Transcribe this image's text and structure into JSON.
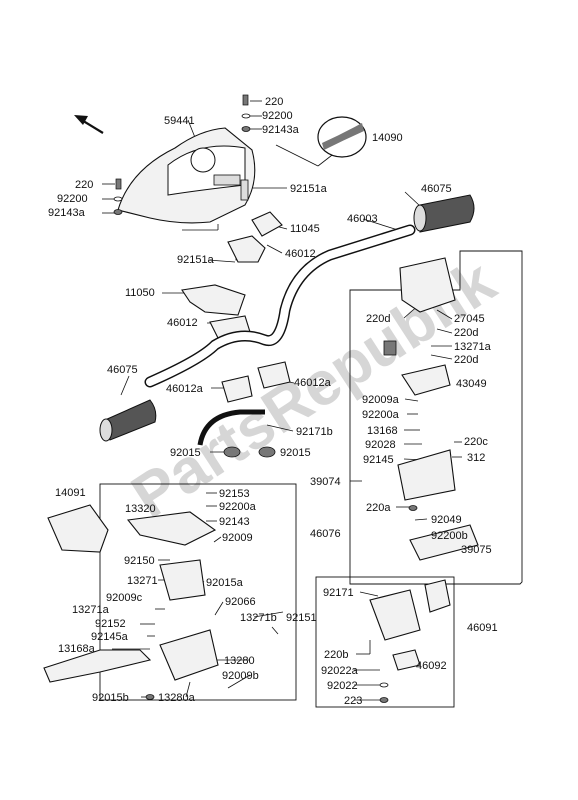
{
  "watermark": "PartsRepublik",
  "labels": {
    "l220_top": "220",
    "l92200_top": "92200",
    "l92143a_top": "92143a",
    "l59441": "59441",
    "l14090": "14090",
    "l220_left": "220",
    "l92200_left": "92200",
    "l92143a_left": "92143a",
    "l92151a_r": "92151a",
    "l46075_r": "46075",
    "l11045": "11045",
    "l46003": "46003",
    "l92151a_l": "92151a",
    "l46012_top": "46012",
    "l11050": "11050",
    "l46012_mid": "46012",
    "l46075_l": "46075",
    "l46012a_l": "46012a",
    "l46012a_r": "46012a",
    "l92171b": "92171b",
    "l92015_l": "92015",
    "l92015_r": "92015",
    "l220d_a": "220d",
    "l27045": "27045",
    "l220d_b": "220d",
    "l13271a": "13271a",
    "l220d_c": "220d",
    "l43049": "43049",
    "l92009a": "92009a",
    "l92200a_r": "92200a",
    "l13168": "13168",
    "l92028": "92028",
    "l220c": "220c",
    "l92145": "92145",
    "l312": "312",
    "l39074": "39074",
    "l220a": "220a",
    "l92049": "92049",
    "l92200b": "92200b",
    "l39075": "39075",
    "l14091": "14091",
    "l13320": "13320",
    "l92153": "92153",
    "l92200a_m": "92200a",
    "l92143": "92143",
    "l92009": "92009",
    "l46076": "46076",
    "l92150": "92150",
    "l13271": "13271",
    "l92015a": "92015a",
    "l92009c": "92009c",
    "l92066": "92066",
    "l13271a_l": "13271a",
    "l92151": "92151",
    "l92152": "92152",
    "l13271b": "13271b",
    "l92145a": "92145a",
    "l13168a": "13168a",
    "l13280": "13280",
    "l92009b": "92009b",
    "l92015b": "92015b",
    "l13280a": "13280a",
    "l92171": "92171",
    "l46091": "46091",
    "l220b": "220b",
    "l46092": "46092",
    "l92022a": "92022a",
    "l92022": "92022",
    "l223": "223"
  }
}
